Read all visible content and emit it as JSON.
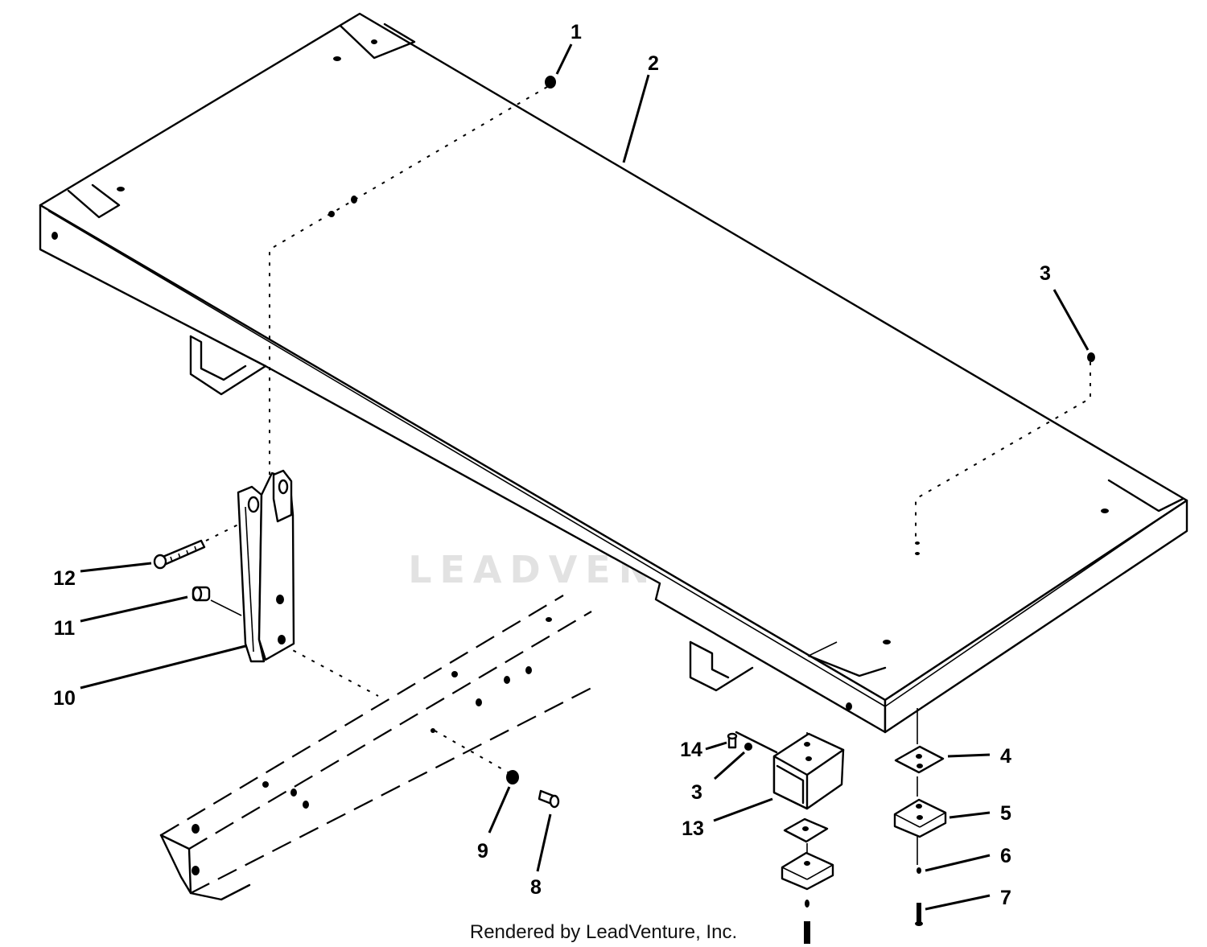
{
  "watermark": {
    "text": "LEADVENTURE"
  },
  "credit": {
    "text": "Rendered by LeadVenture, Inc."
  },
  "callouts": {
    "c1": "1",
    "c2": "2",
    "c3a": "3",
    "c4": "4",
    "c5": "5",
    "c6": "6",
    "c7": "7",
    "c8": "8",
    "c9": "9",
    "c10": "10",
    "c11": "11",
    "c12": "12",
    "c3b": "3",
    "c13": "13",
    "c14": "14"
  },
  "colors": {
    "line": "#000000",
    "background": "#ffffff",
    "watermark": "#e2e2e2"
  }
}
